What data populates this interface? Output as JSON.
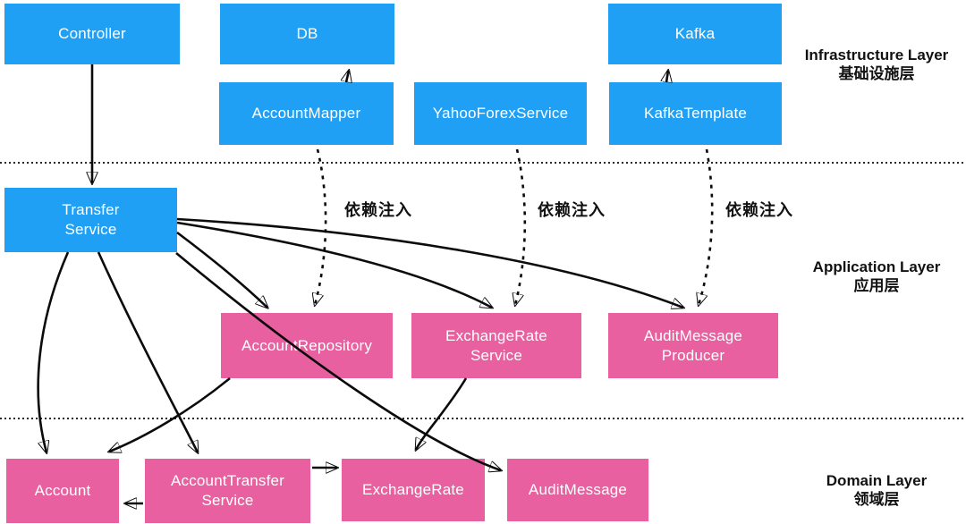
{
  "diagram": {
    "layers": {
      "infrastructure": {
        "title_en": "Infrastructure Layer",
        "title_zh": "基础设施层"
      },
      "application": {
        "title_en": "Application Layer",
        "title_zh": "应用层"
      },
      "domain": {
        "title_en": "Domain Layer",
        "title_zh": "领域层"
      }
    },
    "nodes": {
      "controller": {
        "label": "Controller"
      },
      "db": {
        "label": "DB"
      },
      "kafka": {
        "label": "Kafka"
      },
      "account_mapper": {
        "label": "AccountMapper"
      },
      "yahoo_forex_service": {
        "label": "YahooForexService"
      },
      "kafka_template": {
        "label": "KafkaTemplate"
      },
      "transfer_service": {
        "label": "Transfer\nService"
      },
      "account_repository": {
        "label": "AccountRepository"
      },
      "exchange_rate_service": {
        "label": "ExchangeRate\nService"
      },
      "audit_message_producer": {
        "label": "AuditMessage\nProducer"
      },
      "account": {
        "label": "Account"
      },
      "account_transfer_service": {
        "label": "AccountTransfer\nService"
      },
      "exchange_rate": {
        "label": "ExchangeRate"
      },
      "audit_message": {
        "label": "AuditMessage"
      }
    },
    "edge_labels": {
      "di_1": "依赖注入",
      "di_2": "依赖注入",
      "di_3": "依赖注入"
    },
    "colors": {
      "node_blue": "#1FA0F4",
      "node_pink": "#E8609F",
      "arrow": "#0b0b0b",
      "separator": "#3c3c3c",
      "caption": "#111111",
      "node_text": "#ffffff"
    }
  }
}
